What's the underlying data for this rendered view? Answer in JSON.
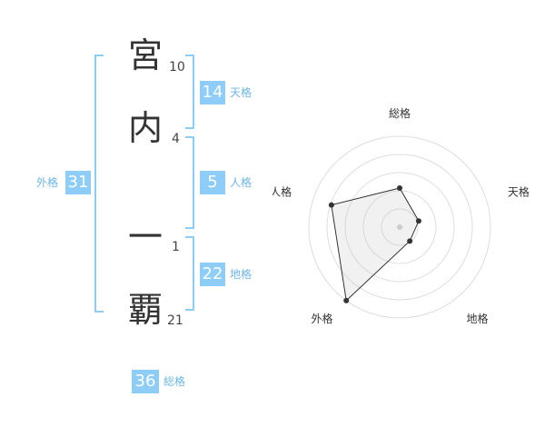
{
  "name": {
    "chars": [
      {
        "char": "宮",
        "strokes": "10"
      },
      {
        "char": "内",
        "strokes": "4"
      },
      {
        "char": "一",
        "strokes": "1"
      },
      {
        "char": "覇",
        "strokes": "21"
      }
    ]
  },
  "kaku": {
    "tenkaku": {
      "label": "天格",
      "value": "14"
    },
    "jinkaku": {
      "label": "人格",
      "value": "5"
    },
    "chikaku": {
      "label": "地格",
      "value": "22"
    },
    "gaikaku": {
      "label": "外格",
      "value": "31"
    },
    "soukaku": {
      "label": "総格",
      "value": "36"
    }
  },
  "colors": {
    "accent": "#8ecdf7",
    "accent_text": "#6cb7e8"
  },
  "chart_data": {
    "type": "radar",
    "axes": [
      "総格",
      "天格",
      "地格",
      "外格",
      "人格"
    ],
    "values": [
      36,
      14,
      22,
      31,
      5
    ],
    "radial_range": [
      0,
      1
    ],
    "normalized_values": [
      0.43,
      0.22,
      0.19,
      1.0,
      0.79
    ],
    "rings": 5,
    "grid": true
  }
}
